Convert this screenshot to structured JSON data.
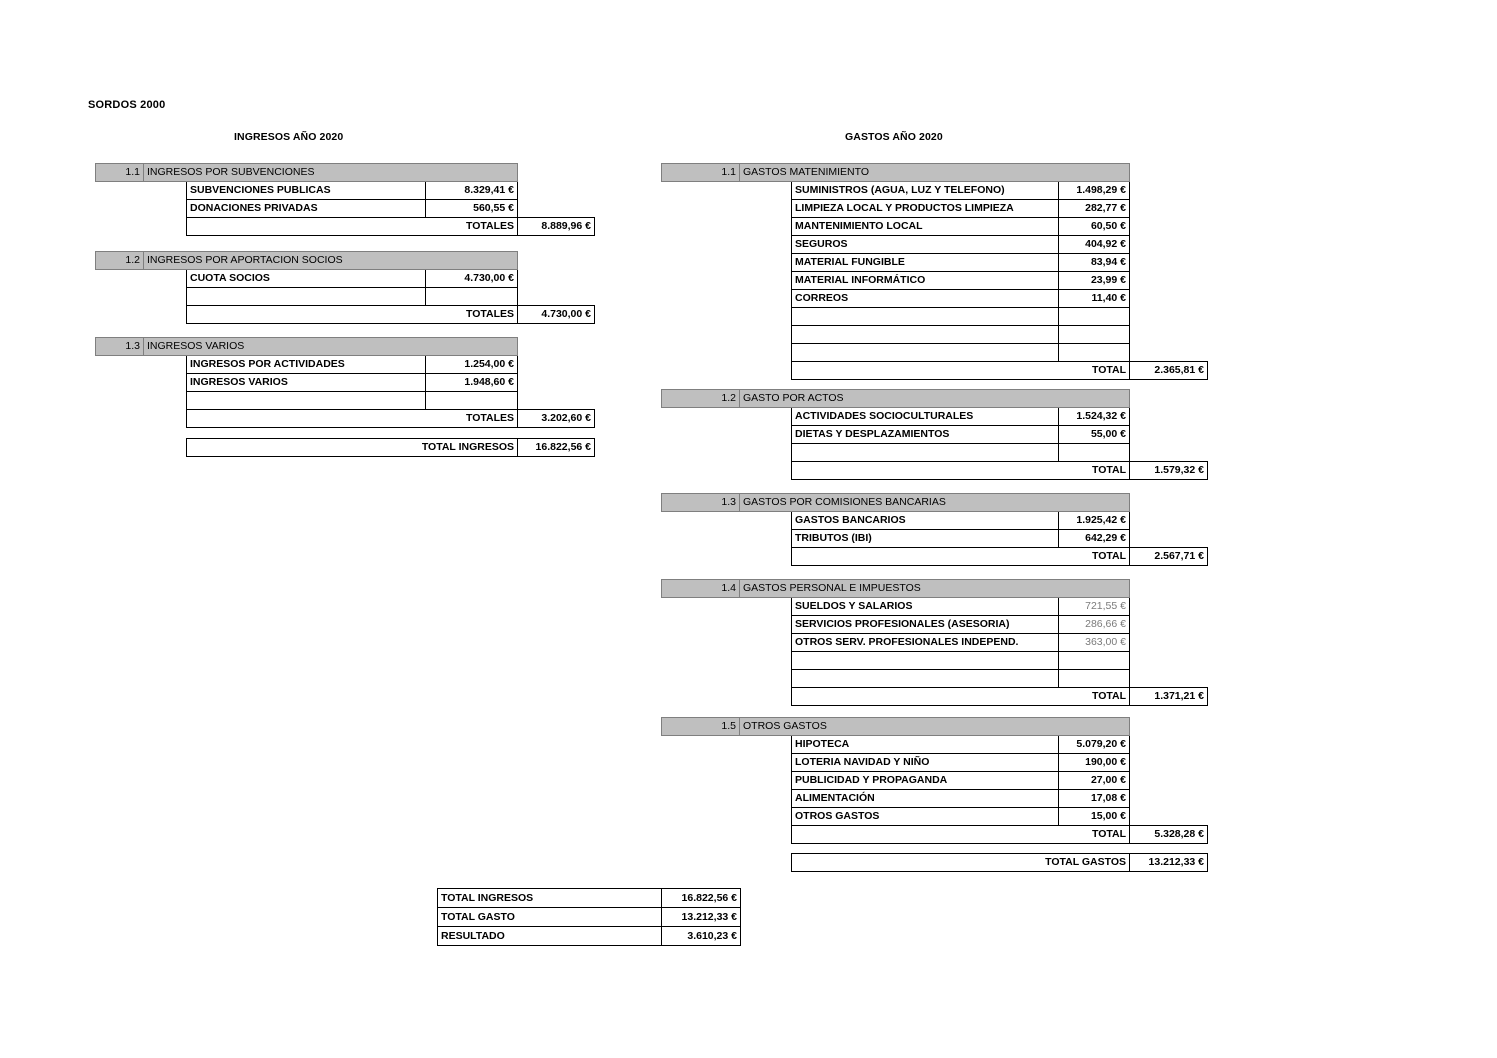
{
  "document": {
    "title": "SORDOS 2000",
    "income_heading": "INGRESOS AÑO 2020",
    "expense_heading": "GASTOS AÑO 2020"
  },
  "labels": {
    "totales": "TOTALES",
    "total": "TOTAL",
    "total_ingresos": "TOTAL INGRESOS",
    "total_gastos": "TOTAL GASTOS",
    "currency_symbol": "€"
  },
  "colors": {
    "group_header_fill": "#BFBFBF",
    "group_header_border": "#7F7F7F",
    "grid_line": "#000000",
    "soft_text": "#7A7A7A"
  },
  "income": {
    "groups": [
      {
        "number": "1.1",
        "title": "INGRESOS POR SUBVENCIONES",
        "rows": [
          {
            "label": "SUBVENCIONES PUBLICAS",
            "amount": "8.329,41 €"
          },
          {
            "label": "DONACIONES PRIVADAS",
            "amount": "560,55 €"
          }
        ],
        "blank_rows": 0,
        "total_label": "TOTALES",
        "total_value": "8.889,96 €"
      },
      {
        "number": "1.2",
        "title": "INGRESOS POR APORTACION SOCIOS",
        "rows": [
          {
            "label": "CUOTA SOCIOS",
            "amount": "4.730,00 €"
          }
        ],
        "blank_rows": 1,
        "total_label": "TOTALES",
        "total_value": "4.730,00 €"
      },
      {
        "number": "1.3",
        "title": "INGRESOS VARIOS",
        "rows": [
          {
            "label": "INGRESOS POR ACTIVIDADES",
            "amount": "1.254,00 €"
          },
          {
            "label": "INGRESOS VARIOS",
            "amount": "1.948,60 €"
          }
        ],
        "blank_rows": 1,
        "total_label": "TOTALES",
        "total_value": "3.202,60 €"
      }
    ],
    "grand_total_label": "TOTAL INGRESOS",
    "grand_total_value": "16.822,56 €"
  },
  "expenses": {
    "groups": [
      {
        "number": "1.1",
        "title": "GASTOS MATENIMIENTO",
        "soft": false,
        "rows": [
          {
            "label": "SUMINISTROS (AGUA, LUZ Y TELEFONO)",
            "amount": "1.498,29 €"
          },
          {
            "label": "LIMPIEZA LOCAL Y PRODUCTOS LIMPIEZA",
            "amount": "282,77 €"
          },
          {
            "label": "MANTENIMIENTO LOCAL",
            "amount": "60,50 €"
          },
          {
            "label": "SEGUROS",
            "amount": "404,92 €"
          },
          {
            "label": "MATERIAL FUNGIBLE",
            "amount": "83,94 €"
          },
          {
            "label": "MATERIAL INFORMÁTICO",
            "amount": "23,99 €"
          },
          {
            "label": "CORREOS",
            "amount": "11,40 €"
          }
        ],
        "blank_rows": 3,
        "total_label": "TOTAL",
        "total_value": "2.365,81 €"
      },
      {
        "number": "1.2",
        "title": "GASTO POR ACTOS",
        "soft": false,
        "rows": [
          {
            "label": "ACTIVIDADES SOCIOCULTURALES",
            "amount": "1.524,32 €"
          },
          {
            "label": "DIETAS Y DESPLAZAMIENTOS",
            "amount": "55,00 €"
          }
        ],
        "blank_rows": 1,
        "total_label": "TOTAL",
        "total_value": "1.579,32 €"
      },
      {
        "number": "1.3",
        "title": "GASTOS POR COMISIONES BANCARIAS",
        "soft": false,
        "rows": [
          {
            "label": "GASTOS BANCARIOS",
            "amount": "1.925,42 €"
          },
          {
            "label": "TRIBUTOS (IBI)",
            "amount": "642,29 €"
          }
        ],
        "blank_rows": 0,
        "total_label": "TOTAL",
        "total_value": "2.567,71 €"
      },
      {
        "number": "1.4",
        "title": "GASTOS PERSONAL E IMPUESTOS",
        "soft": true,
        "rows": [
          {
            "label": "SUELDOS Y SALARIOS",
            "amount": "721,55 €"
          },
          {
            "label": "SERVICIOS PROFESIONALES (ASESORIA)",
            "amount": "286,66 €"
          },
          {
            "label": "OTROS SERV. PROFESIONALES INDEPEND.",
            "amount": "363,00 €"
          }
        ],
        "blank_rows": 2,
        "total_label": "TOTAL",
        "total_value": "1.371,21 €"
      },
      {
        "number": "1.5",
        "title": "OTROS GASTOS",
        "soft": false,
        "rows": [
          {
            "label": "HIPOTECA",
            "amount": "5.079,20 €"
          },
          {
            "label": "LOTERIA NAVIDAD Y NIÑO",
            "amount": "190,00 €"
          },
          {
            "label": "PUBLICIDAD Y PROPAGANDA",
            "amount": "27,00 €"
          },
          {
            "label": "ALIMENTACIÓN",
            "amount": "17,08 €"
          },
          {
            "label": "OTROS GASTOS",
            "amount": "15,00 €"
          }
        ],
        "blank_rows": 0,
        "total_label": "TOTAL",
        "total_value": "5.328,28 €"
      }
    ],
    "grand_total_label": "TOTAL GASTOS",
    "grand_total_value": "13.212,33 €"
  },
  "summary": {
    "rows": [
      {
        "label": "TOTAL INGRESOS",
        "value": "16.822,56 €"
      },
      {
        "label": "TOTAL GASTO",
        "value": "13.212,33 €"
      },
      {
        "label": "RESULTADO",
        "value": "3.610,23 €"
      }
    ]
  }
}
